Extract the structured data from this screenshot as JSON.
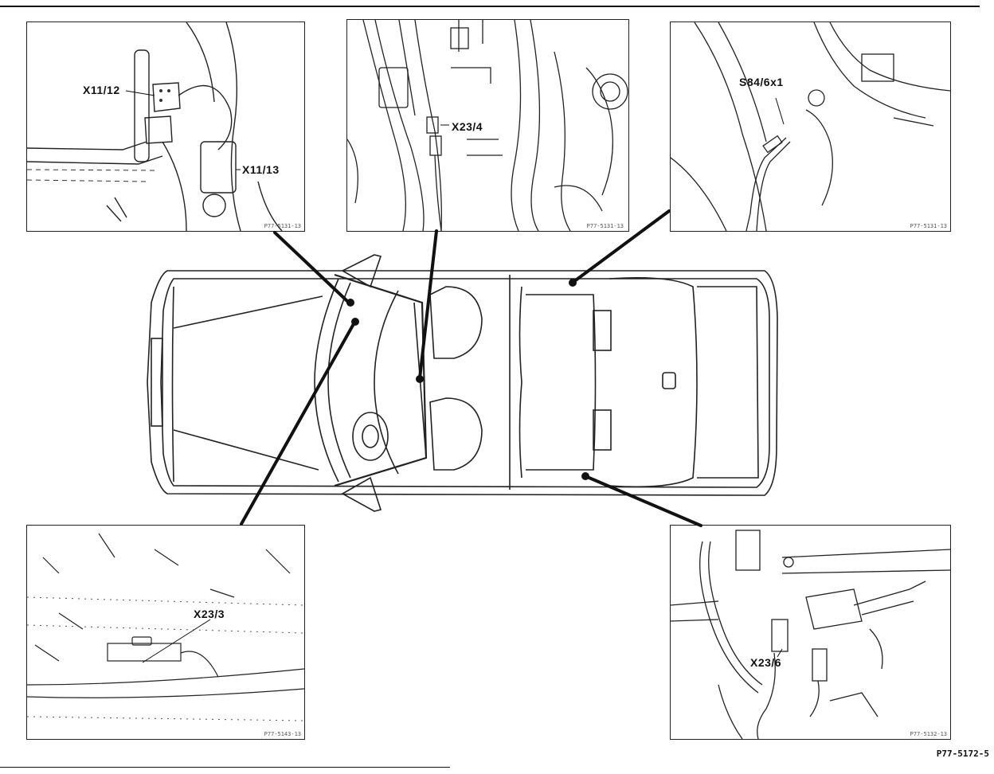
{
  "labels": {
    "x11_12": "X11/12",
    "x11_13": "X11/13",
    "x23_4": "X23/4",
    "s84_6x1": "S84/6x1",
    "x23_3": "X23/3",
    "x23_6": "X23/6"
  },
  "panel_codes": {
    "p1": "P77-5131-13",
    "p2": "P77-5131-13",
    "p3": "P77-5131-13",
    "p4": "P77-5143-13",
    "p5": "P77-5132-13"
  },
  "document_id": "P77-5172-5"
}
